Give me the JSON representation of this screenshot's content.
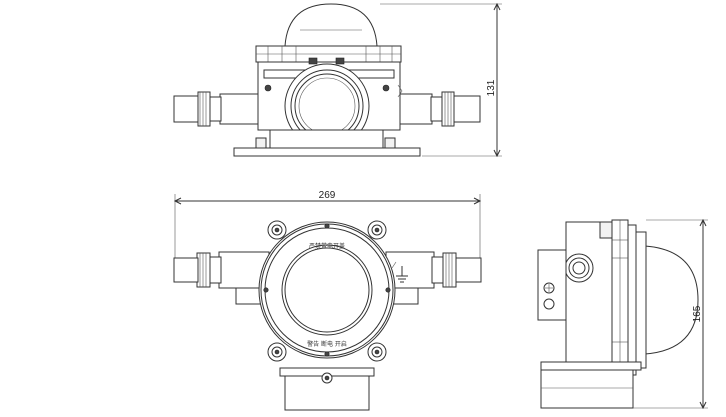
{
  "dimensions": {
    "top_view_height": "131",
    "front_view_width": "269",
    "side_view_height": "165"
  },
  "front_marking_top": "严禁带电开盖",
  "front_marking_bottom": "警告 断电 开启"
}
